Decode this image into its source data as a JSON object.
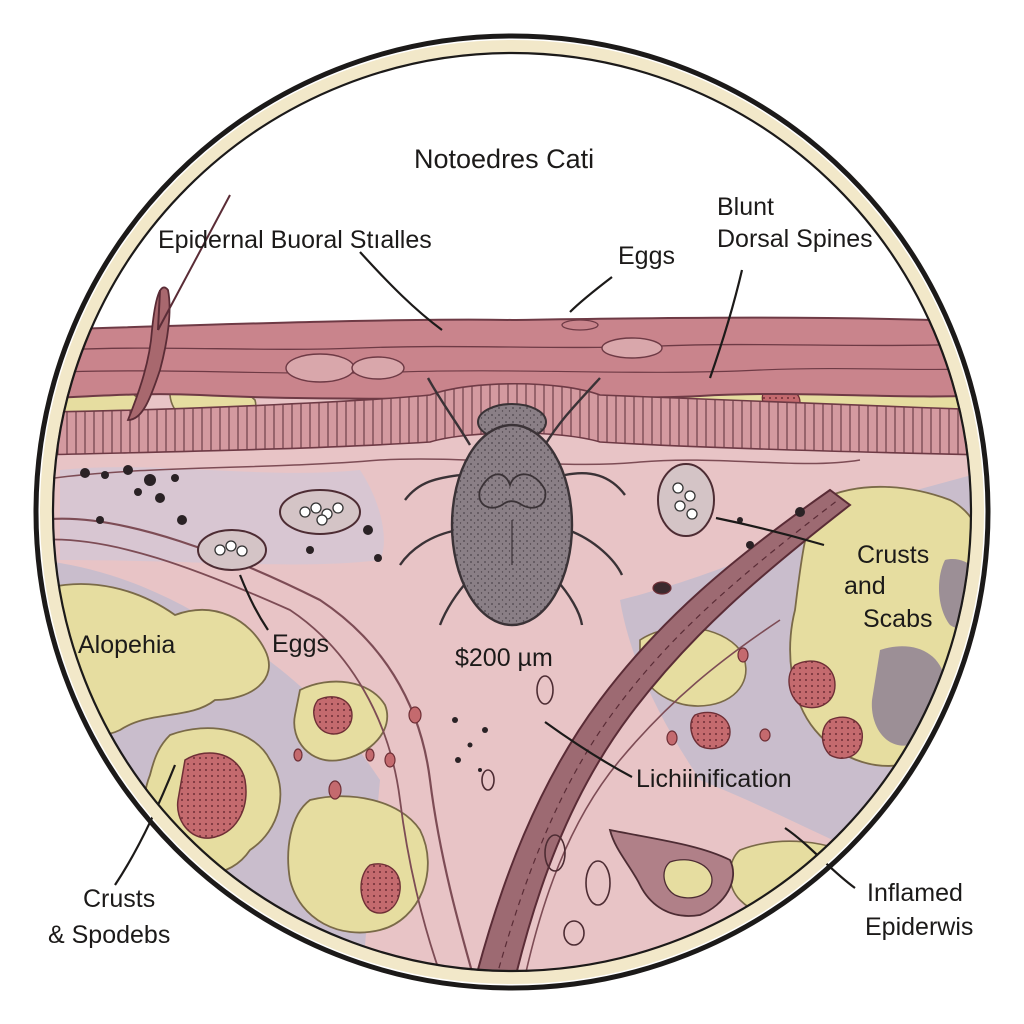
{
  "title": "Notoedres Cati",
  "labels": {
    "epidermal_burrow": "Epidernal Buoral Stıalles",
    "eggs_top": "Eggs",
    "blunt_line1": "Blunt",
    "blunt_line2": "Dorsal Spines",
    "crusts_scabs_line1": "Crusts",
    "crusts_scabs_line2": "and",
    "crusts_scabs_line3": "Scabs",
    "alopecia": "Alopehia",
    "eggs_left": "Eggs",
    "scale_bar": "$200 µm",
    "lichenification": "Lichiinification",
    "crusts_spodebs_line1": "Crusts",
    "crusts_spodebs_line2": "& Spodebs",
    "inflamed_line1": "Inflamed",
    "inflamed_line2": "Epiderwis"
  },
  "colors": {
    "frame_outer": "#1c1a19",
    "frame_ring": "#f2e8c9",
    "epidermis": "#c9848c",
    "dermis": "#e8c4c6",
    "crust": "#e6dda0",
    "lavender": "#c9bdcc",
    "mite": "#8a7f86",
    "scab": "#c46a6e",
    "vessel": "#9d6a72"
  },
  "icons": [
    "mite-icon",
    "egg-cluster-icon",
    "hair-follicle-icon",
    "blood-vessel-icon"
  ]
}
